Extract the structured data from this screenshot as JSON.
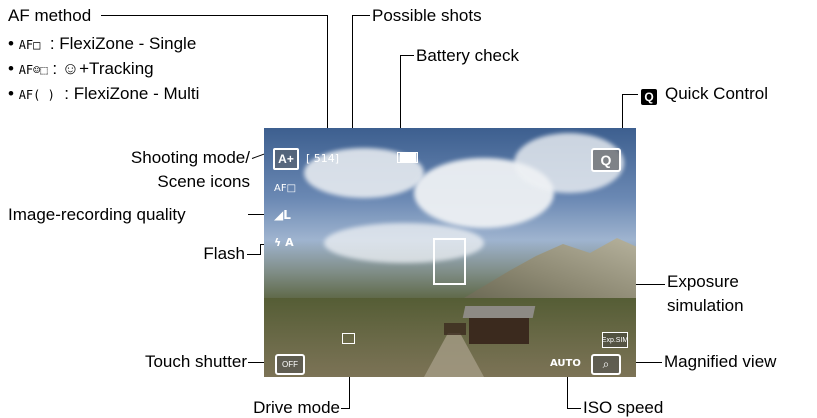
{
  "callouts": {
    "af_method": "AF method",
    "possible_shots": "Possible shots",
    "battery_check": "Battery check",
    "quick_control": "Quick Control",
    "shooting_mode_line1": "Shooting mode/",
    "shooting_mode_line2": "Scene icons",
    "image_quality": "Image-recording quality",
    "flash": "Flash",
    "exposure_sim_line1": "Exposure",
    "exposure_sim_line2": "simulation",
    "touch_shutter": "Touch shutter",
    "magnified_view": "Magnified view",
    "drive_mode": "Drive mode",
    "iso_speed": "ISO speed"
  },
  "af_list": [
    {
      "code": "AF□",
      "desc": ": FlexiZone - Single"
    },
    {
      "code": "AF☺⬚",
      "desc": ": ☺+Tracking"
    },
    {
      "code": "AF( )",
      "desc": ": FlexiZone - Multi"
    }
  ],
  "quick_icon": "Q",
  "screen": {
    "shooting_mode": "A+",
    "shots": "[ 514]",
    "battery": "███",
    "af_indicator": "AF□",
    "quality": "◢L",
    "flash": "ϟ A",
    "q_button": "Q",
    "exp_sim": "Exp.SIM",
    "iso": "AUTO",
    "touch": "OFF",
    "magnify": "⌕"
  }
}
